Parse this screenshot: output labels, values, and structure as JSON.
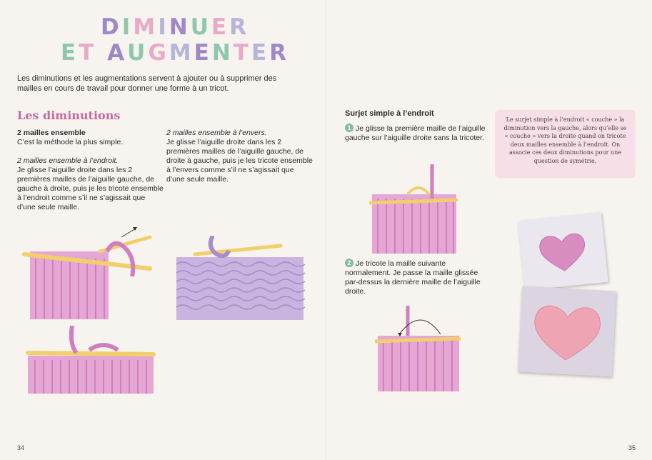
{
  "title": {
    "line1": [
      "D",
      "I",
      "M",
      "I",
      "N",
      "U",
      "E",
      "R"
    ],
    "line2": [
      "E",
      "T",
      " ",
      "A",
      "U",
      "G",
      "M",
      "E",
      "N",
      "T",
      "E",
      "R"
    ],
    "palette": [
      "#9e88c7",
      "#8fc7ad",
      "#e9a9c8",
      "#b6b4d8"
    ]
  },
  "intro": "Les diminutions et les augmentations servent à ajouter ou à supprimer des mailles en cours de travail pour donner une forme à un tricot.",
  "diminutions": {
    "heading": "Les diminutions",
    "col_a": {
      "subhead": "2 mailles ensemble",
      "subtext": "C’est la méthode la plus simple.",
      "italic_head": "2 mailles ensemble à l’endroit.",
      "body": "Je glisse l’aiguille droite dans les 2 premières mailles de l’aiguille gauche, de gauche à droite, puis je les tricote ensemble à l’endroit comme s’il ne s’agissait que d’une seule maille."
    },
    "col_b": {
      "italic_head": "2 mailles ensemble à l’envers.",
      "body": "Je glisse l’aiguille droite dans les 2 premières mailles de l’aiguille gauche, de droite à gauche, puis je les tricote ensemble à l’envers comme s’il ne s’agissait que d’une seule maille."
    }
  },
  "surjet": {
    "heading": "Surjet simple à l’endroit",
    "step1_num": "1",
    "step1": "Je glisse la première maille de l’aiguille gauche sur l’aiguille droite sans la tricoter.",
    "step2_num": "2",
    "step2": "Je tricote la maille suivante normalement. Je passe la maille glissée par-dessus la dernière maille de l’aiguille droite."
  },
  "note": "Le surjet simple à l’endroit « couche » la diminution vers la gauche, alors qu’elle se « couche » vers la droite quand on tricote deux mailles ensemble à l’endroit. On associe ces deux diminutions pour une question de symétrie.",
  "page_left": "34",
  "page_right": "35",
  "colors": {
    "pink_knit": "#e6a6d4",
    "pink_knit_dark": "#cf7fbd",
    "lilac_knit": "#c9b4e0",
    "lilac_dark": "#a98dcb",
    "needle": "#f1cf6a",
    "note_bg": "#f6dfe6",
    "heading_pink": "#c36aa4",
    "step_green": "#7dbb9e"
  }
}
